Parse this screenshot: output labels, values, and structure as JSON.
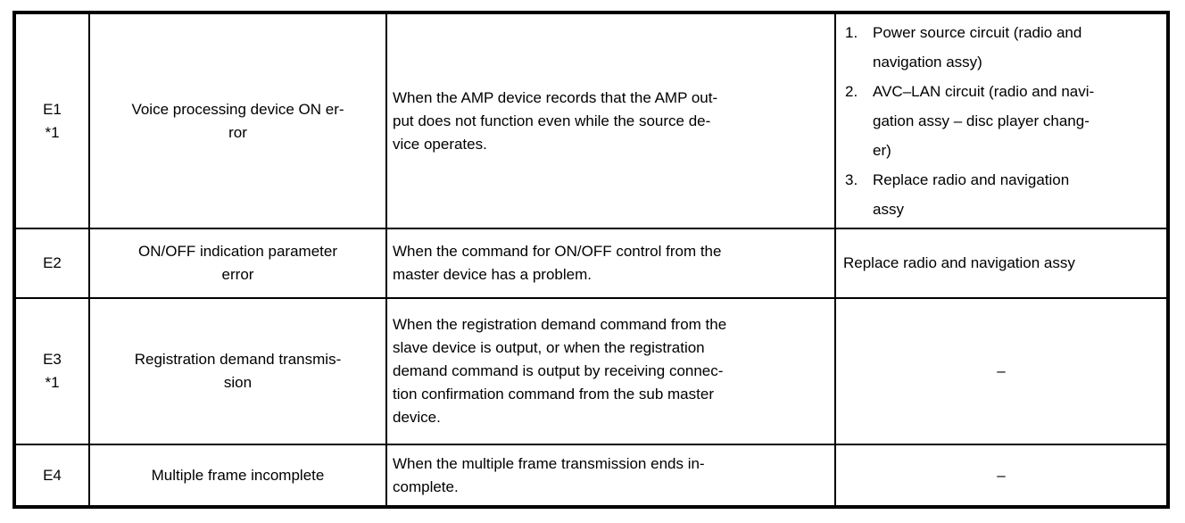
{
  "table": {
    "rows": [
      {
        "code": [
          "E1",
          "*1"
        ],
        "name": [
          "Voice processing device ON er-",
          "ror"
        ],
        "description": [
          "When the AMP device records that the AMP out-",
          "put does not function even while the source de-",
          "vice operates."
        ],
        "remedy_list": [
          {
            "num": "1.",
            "text": [
              "Power source circuit (radio and",
              "navigation assy)"
            ]
          },
          {
            "num": "2.",
            "text": [
              "AVC–LAN circuit (radio and navi-",
              "gation assy – disc player chang-",
              "er)"
            ]
          },
          {
            "num": "3.",
            "text": [
              "Replace radio and navigation",
              "assy"
            ]
          }
        ]
      },
      {
        "code": [
          "E2"
        ],
        "name": [
          "ON/OFF indication parameter",
          "error"
        ],
        "description": [
          "When the command for ON/OFF control from the",
          "master device has a problem."
        ],
        "remedy": "Replace radio and navigation assy"
      },
      {
        "code": [
          "E3",
          "*1"
        ],
        "name": [
          "Registration demand transmis-",
          "sion"
        ],
        "description": [
          "When the registration demand command from the",
          "slave device is output, or when the registration",
          "demand command is output by receiving connec-",
          "tion confirmation command from the sub master",
          "device."
        ],
        "remedy": "–"
      },
      {
        "code": [
          "E4"
        ],
        "name": [
          "Multiple frame incomplete"
        ],
        "description": [
          "When the multiple frame transmission ends in-",
          "complete."
        ],
        "remedy": "–"
      }
    ]
  }
}
